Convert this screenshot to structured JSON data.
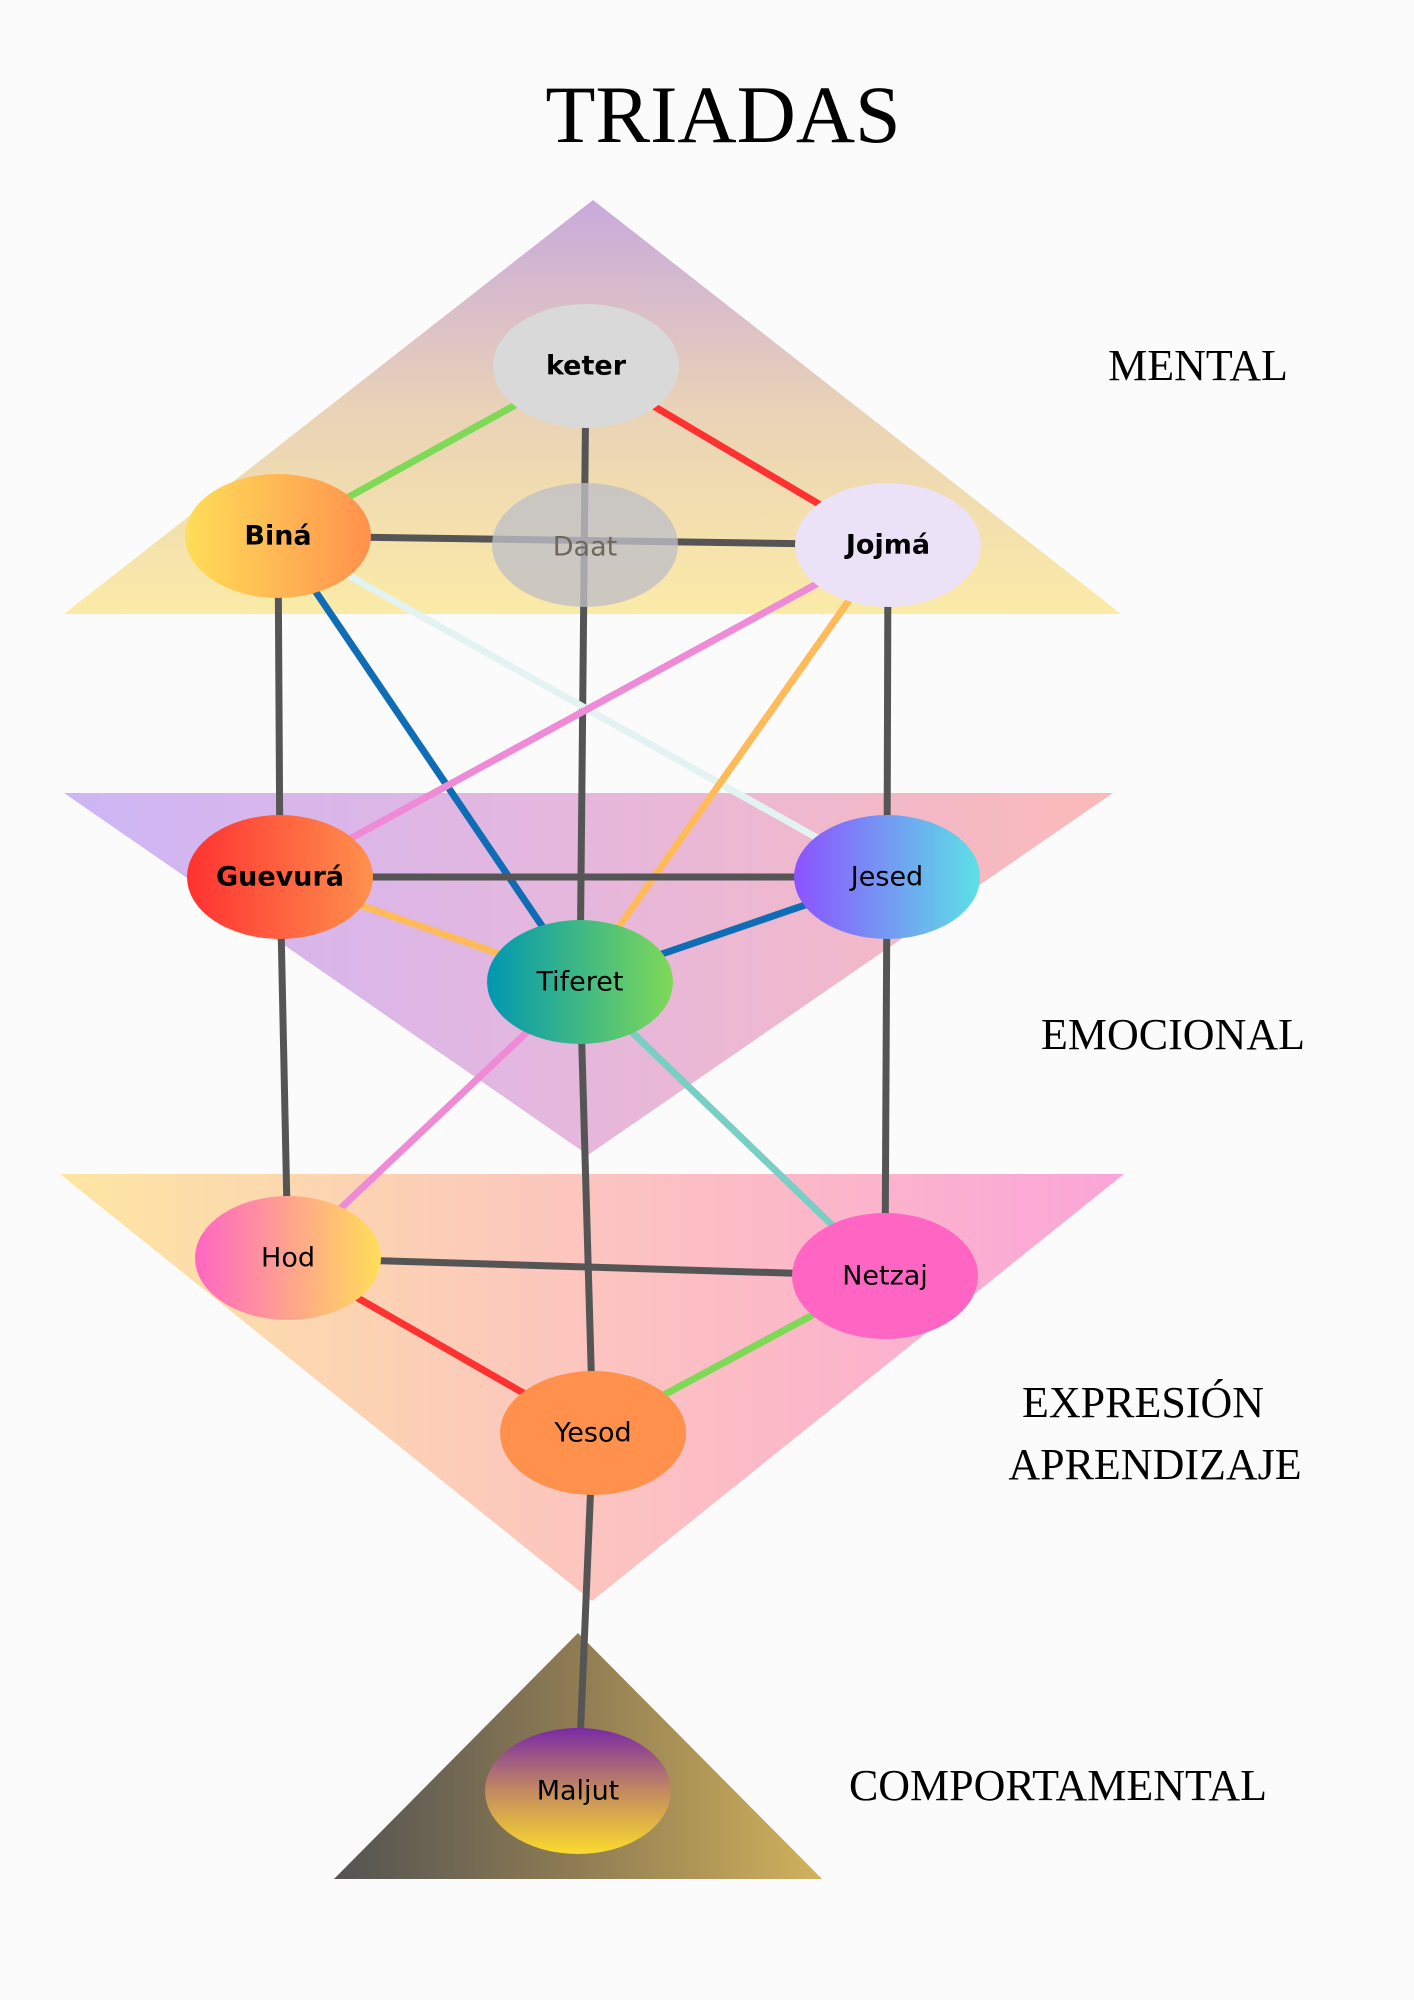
{
  "title": "TRIADAS",
  "levels": [
    {
      "id": "mental",
      "label_lines": [
        "MENTAL"
      ],
      "gradient": {
        "direction": "vertical",
        "stops": [
          "#c8a9dc",
          "#e9d2b7",
          "#fbeba7"
        ]
      }
    },
    {
      "id": "emocional",
      "label_lines": [
        "EMOCIONAL"
      ],
      "gradient": {
        "direction": "horizontal",
        "stops": [
          "#cdb6f6",
          "#e6b7dc",
          "#fbbab9"
        ]
      }
    },
    {
      "id": "expresion",
      "label_lines": [
        "EXPRESIÓN",
        "APRENDIZAJE"
      ],
      "gradient": {
        "direction": "horizontal",
        "stops": [
          "#fde6a3",
          "#fcc4bf",
          "#fba5d8"
        ]
      }
    },
    {
      "id": "comportamental",
      "label_lines": [
        "COMPORTAMENTAL"
      ],
      "gradient": {
        "direction": "horizontal",
        "stops": [
          "#535353",
          "#8f7c53",
          "#d1b25c"
        ]
      }
    }
  ],
  "nodes": [
    {
      "id": "keter",
      "label": "keter",
      "weight": "bold",
      "fill": {
        "type": "solid",
        "colors": [
          "#d9d9d9"
        ]
      }
    },
    {
      "id": "bina",
      "label": "Biná",
      "weight": "bold",
      "fill": {
        "type": "horizontal",
        "colors": [
          "#ffde59",
          "#ff914d"
        ]
      }
    },
    {
      "id": "daat",
      "label": "Daat",
      "weight": "faded",
      "fill": {
        "type": "translucent",
        "colors": [
          "#bfbfc6"
        ]
      }
    },
    {
      "id": "jojma",
      "label": "Jojmá",
      "weight": "bold",
      "fill": {
        "type": "solid",
        "colors": [
          "#ebe2f7"
        ]
      }
    },
    {
      "id": "guevura",
      "label": "Guevurá",
      "weight": "bold",
      "fill": {
        "type": "horizontal",
        "colors": [
          "#ff3131",
          "#ff914d"
        ]
      }
    },
    {
      "id": "jesed",
      "label": "Jesed",
      "weight": "normal",
      "fill": {
        "type": "horizontal",
        "colors": [
          "#8c52ff",
          "#5ce1e6"
        ]
      }
    },
    {
      "id": "tiferet",
      "label": "Tiferet",
      "weight": "normal",
      "fill": {
        "type": "horizontal",
        "colors": [
          "#0097b2",
          "#7ed957"
        ]
      }
    },
    {
      "id": "hod",
      "label": "Hod",
      "weight": "normal",
      "fill": {
        "type": "horizontal",
        "colors": [
          "#ff66c4",
          "#ffde59"
        ]
      }
    },
    {
      "id": "netzaj",
      "label": "Netzaj",
      "weight": "normal",
      "fill": {
        "type": "solid",
        "colors": [
          "#ff66c4"
        ]
      }
    },
    {
      "id": "yesod",
      "label": "Yesod",
      "weight": "normal",
      "fill": {
        "type": "solid",
        "colors": [
          "#ff914d"
        ]
      }
    },
    {
      "id": "maljut",
      "label": "Maljut",
      "weight": "normal",
      "fill": {
        "type": "vertical",
        "colors": [
          "#7a2aa6",
          "#c28a60",
          "#fbdc2d"
        ]
      }
    }
  ],
  "paths": [
    {
      "from": "keter",
      "to": "bina",
      "color": "#7ed957"
    },
    {
      "from": "keter",
      "to": "jojma",
      "color": "#ff3131"
    },
    {
      "from": "keter",
      "to": "tiferet",
      "color": "#555555"
    },
    {
      "from": "bina",
      "to": "jojma",
      "color": "#555555"
    },
    {
      "from": "bina",
      "to": "guevura",
      "color": "#555555"
    },
    {
      "from": "bina",
      "to": "tiferet",
      "color": "#0f6db5"
    },
    {
      "from": "bina",
      "to": "jesed",
      "color": "#e3f3f1"
    },
    {
      "from": "jojma",
      "to": "guevura",
      "color": "#ee8ad6"
    },
    {
      "from": "jojma",
      "to": "tiferet",
      "color": "#ffbb5a"
    },
    {
      "from": "jojma",
      "to": "jesed",
      "color": "#555555"
    },
    {
      "from": "guevura",
      "to": "jesed",
      "color": "#555555"
    },
    {
      "from": "guevura",
      "to": "tiferet",
      "color": "#ffbb5a"
    },
    {
      "from": "guevura",
      "to": "hod",
      "color": "#555555"
    },
    {
      "from": "jesed",
      "to": "tiferet",
      "color": "#0f6db5"
    },
    {
      "from": "jesed",
      "to": "netzaj",
      "color": "#555555"
    },
    {
      "from": "tiferet",
      "to": "hod",
      "color": "#ee8ad6"
    },
    {
      "from": "tiferet",
      "to": "netzaj",
      "color": "#79cfc3"
    },
    {
      "from": "tiferet",
      "to": "yesod",
      "color": "#555555"
    },
    {
      "from": "hod",
      "to": "netzaj",
      "color": "#555555"
    },
    {
      "from": "hod",
      "to": "yesod",
      "color": "#ff3131"
    },
    {
      "from": "netzaj",
      "to": "yesod",
      "color": "#7ed957"
    },
    {
      "from": "yesod",
      "to": "maljut",
      "color": "#555555"
    }
  ]
}
